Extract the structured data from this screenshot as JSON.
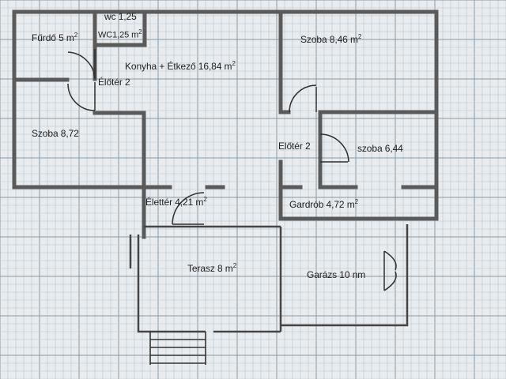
{
  "rooms": {
    "furdo": "Fűrdő 5 m",
    "wc_top": "wc 1,25",
    "wc_bottom": "WC1,25 m",
    "konyha": "Konyha + Étkező 16,84 m",
    "szoba_846": "Szoba 8,46 m",
    "eloter_left": "Élőtér 2",
    "szoba_872": "Szoba 8,72",
    "eloter_right": "Előtér 2",
    "szoba_644": "szoba 6,44",
    "elotter_421": "Élettér 4,21 m",
    "gardrob": "Gardrób 4,72 m",
    "terasz": "Terasz 8 m",
    "garazs": "Garázs 10 nm"
  },
  "units": {
    "sq": "2"
  },
  "colors": {
    "paper": "#e9ecef",
    "grid_minor": "#b9c2ca",
    "grid_major": "#8c98a3",
    "wall": "#5a5a5a",
    "line": "#333333"
  }
}
